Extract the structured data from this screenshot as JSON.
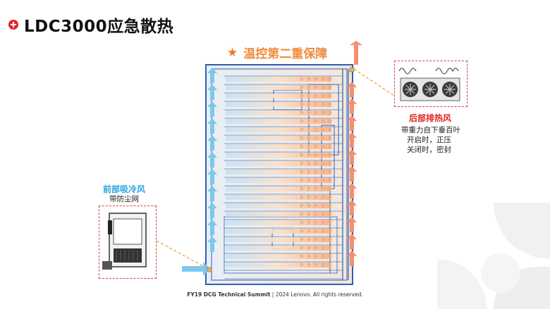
{
  "title": "LDC3000应急散热",
  "second_title": "温控第二重保障",
  "rear": {
    "caption": "后部排热风",
    "lines": [
      "带重力自下垂百叶",
      "开启时，正压",
      "关闭时，密封"
    ]
  },
  "front": {
    "caption": "前部吸冷风",
    "lines": [
      "带防尘网"
    ]
  },
  "footer": {
    "strong": "FY19 DCG Technical Summit",
    "rest": " | 2024 Lenovo. All rights reserved."
  },
  "colors": {
    "title_icon": "#e0242c",
    "second_title": "#f08c3c",
    "cold_air": "#7cc8ee",
    "hot_air": "#f39070",
    "rack_line": "#2f5fb0",
    "callout_dash": "#d94040",
    "highlight": "#e02525",
    "front_caption": "#2aa3e0"
  }
}
